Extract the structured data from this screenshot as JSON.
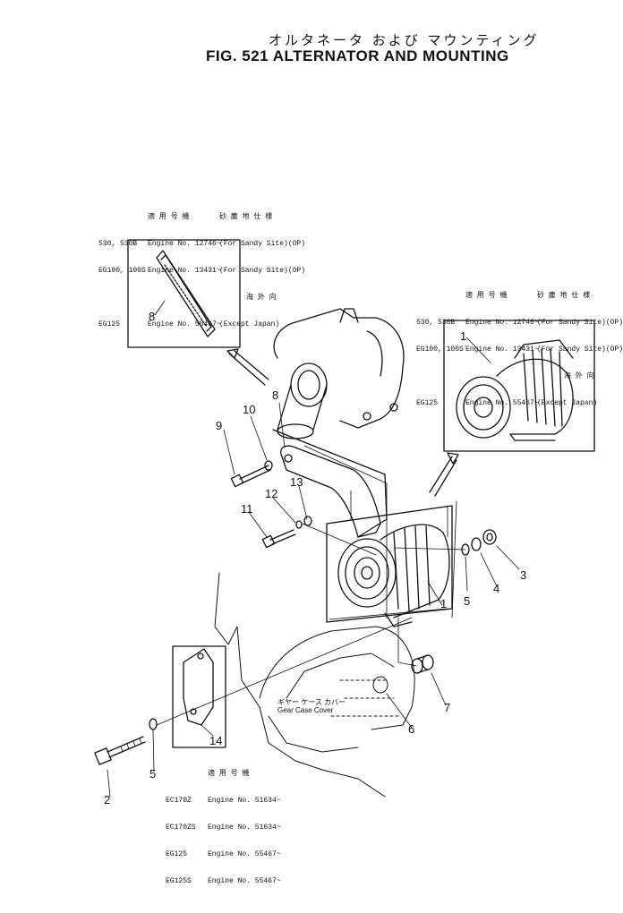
{
  "title_jp": "オルタネータ および マウンティング",
  "title": "FIG. 521 ALTERNATOR AND MOUNTING",
  "appl_left": {
    "hdr_models": "適 用 号 機",
    "hdr_dest": "砂 塵 地 仕 様",
    "rows": [
      {
        "model": "530, 530B",
        "engine": "Engine No. 12746~",
        "note": "(For Sandy Site)(OP)"
      },
      {
        "model": "EG100, 100S",
        "engine": "Engine No. 13431~",
        "note": "(For Sandy Site)(OP)"
      },
      {
        "model": "",
        "engine": "",
        "note": "海 外 向"
      },
      {
        "model": "EG125",
        "engine": "Engine No. 55467~",
        "note": "(Except Japan)"
      }
    ]
  },
  "appl_right": {
    "hdr_models": "適 用 号 機",
    "hdr_dest": "砂 塵 地 仕 様",
    "rows": [
      {
        "model": "530, 530B",
        "engine": "Engine No. 12746~",
        "note": "(For Sandy Site)(OP)"
      },
      {
        "model": "EG100, 100S",
        "engine": "Engine No. 13431~",
        "note": "(For Sandy Site)(OP)"
      },
      {
        "model": "",
        "engine": "",
        "note": "海 外 向"
      },
      {
        "model": "EG125",
        "engine": "Engine No. 55467~",
        "note": "(Except Japan)"
      }
    ]
  },
  "appl_bottom": {
    "hdr_models": "適 用 号 機",
    "rows": [
      {
        "model": "EC170Z",
        "engine": "Engine No. 51634~"
      },
      {
        "model": "EC170ZS",
        "engine": "Engine No. 51634~"
      },
      {
        "model": "EG125",
        "engine": "Engine No. 55467~"
      },
      {
        "model": "EG125S",
        "engine": "Engine No. 55467~"
      }
    ]
  },
  "gear_case": {
    "jp": "ギヤー ケース カバー",
    "en": "Gear Case Cover"
  },
  "callouts": {
    "c1a": "1",
    "c1b": "1",
    "c2": "2",
    "c3": "3",
    "c4": "4",
    "c5a": "5",
    "c5b": "5",
    "c6": "6",
    "c7": "7",
    "c8a": "8",
    "c8b": "8",
    "c9": "9",
    "c10": "10",
    "c11": "11",
    "c12": "12",
    "c13": "13",
    "c14": "14"
  }
}
